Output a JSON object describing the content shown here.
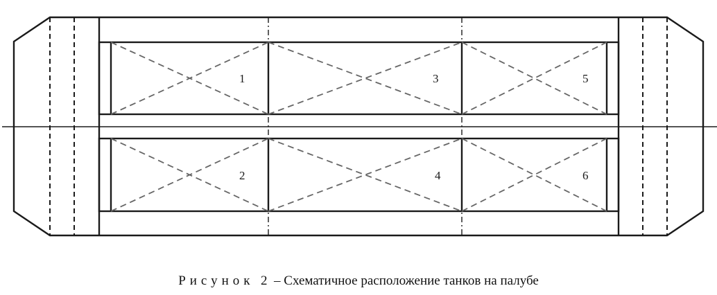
{
  "figure": {
    "caption_prefix": "Рисунок",
    "caption_number": "2",
    "caption_text": "– Схематичное расположение танков на палубе",
    "colors": {
      "lines": "#1a1a1a",
      "diagonals": "#666666",
      "background": "#ffffff"
    }
  },
  "tanks": [
    {
      "id": "1",
      "label": "1",
      "row": "top",
      "column": 1
    },
    {
      "id": "2",
      "label": "2",
      "row": "bottom",
      "column": 1
    },
    {
      "id": "3",
      "label": "3",
      "row": "top",
      "column": 2
    },
    {
      "id": "4",
      "label": "4",
      "row": "bottom",
      "column": 2
    },
    {
      "id": "5",
      "label": "5",
      "row": "top",
      "column": 3
    },
    {
      "id": "6",
      "label": "6",
      "row": "bottom",
      "column": 3
    }
  ]
}
